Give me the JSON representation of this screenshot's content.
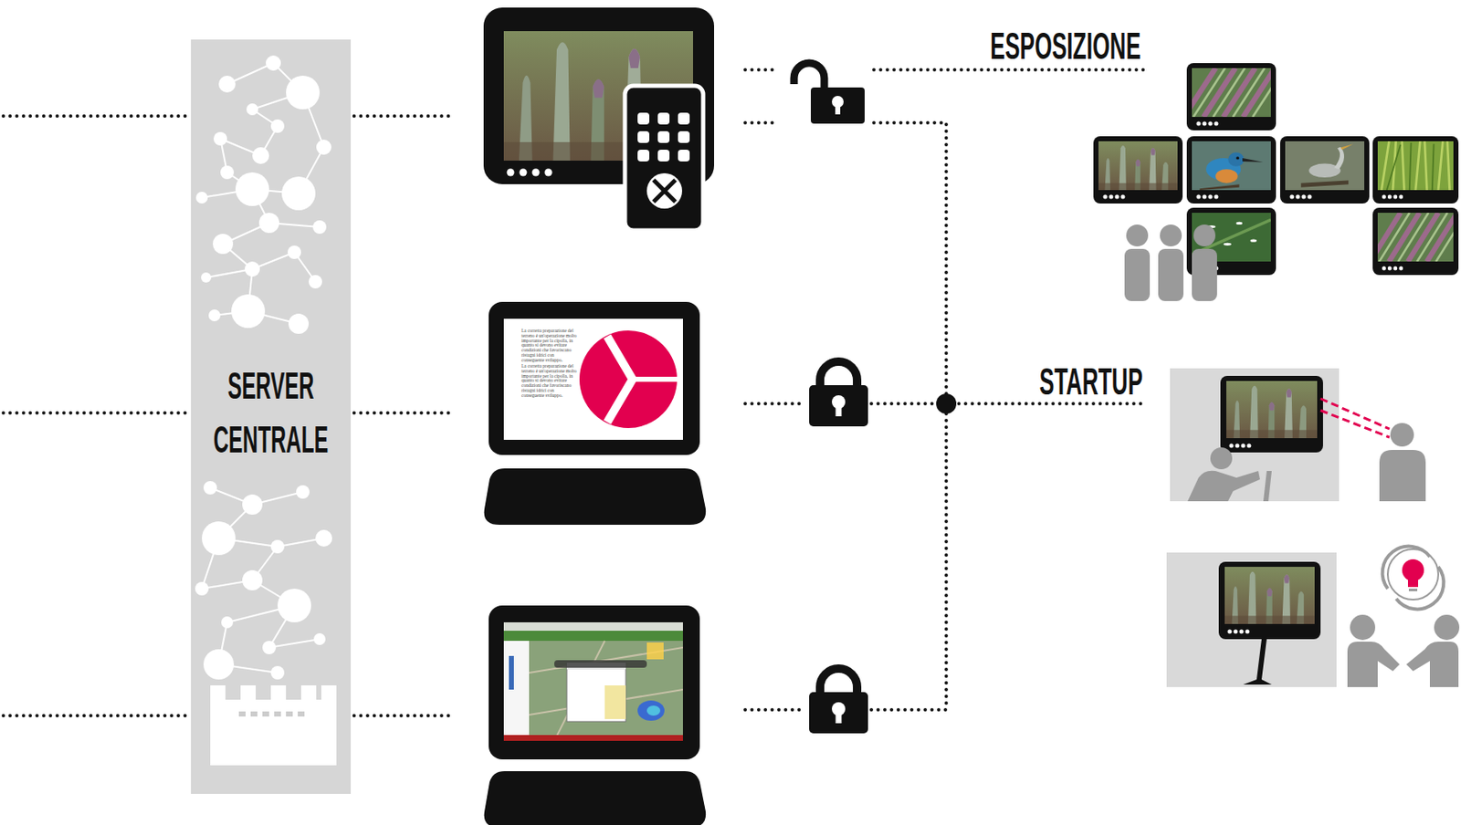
{
  "diagram": {
    "nodes": [
      {
        "text": [
          "SERVER CENTRALE"
        ]
      }
    ],
    "labels": [
      "ESPOSIZIONE",
      "STARTUP",
      "La corretta preparazione del terreno è un'operazione molto importante per la cipolla, in quanto si devono evitare condizioni che favoriscano ristagni idrici con conseguente sviluppo.",
      "La corretta preparazione del terreno è un'operazione molto importante per la cipolla, in quanto si devono evitare condizioni che favoriscano ristagni idrici con conseguente sviluppo."
    ]
  }
}
